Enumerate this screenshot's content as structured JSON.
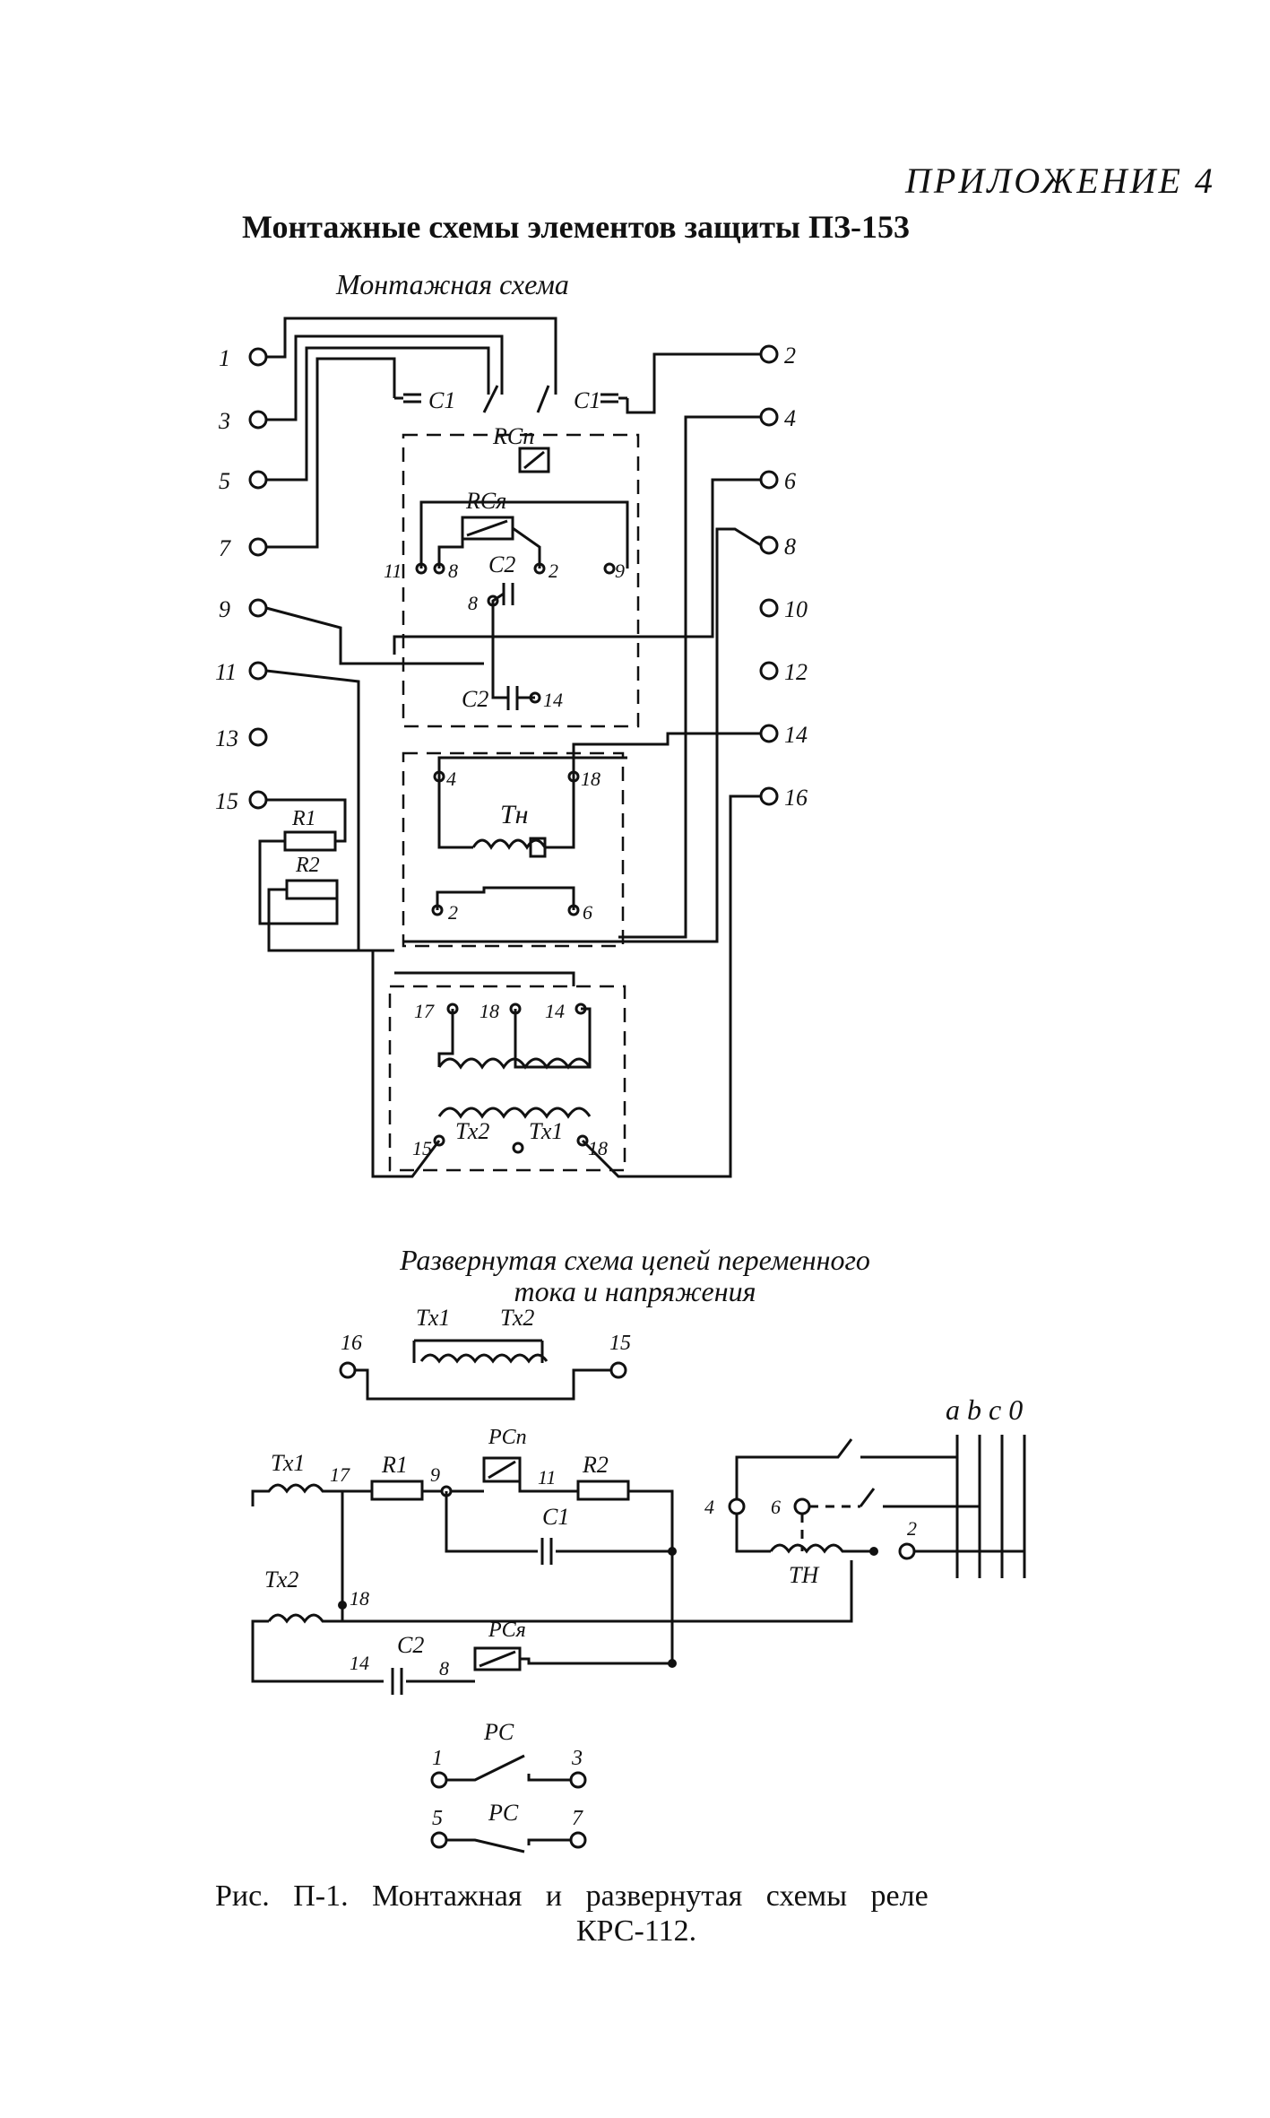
{
  "header": {
    "appendix": "ПРИЛОЖЕНИЕ 4",
    "title": "Монтажные схемы элементов защиты ПЗ-153"
  },
  "wiring_diagram": {
    "title": "Монтажная схема",
    "terminals_left": [
      "1",
      "3",
      "5",
      "7",
      "9",
      "11",
      "13",
      "15"
    ],
    "terminals_right": [
      "2",
      "4",
      "6",
      "8",
      "10",
      "12",
      "14",
      "16"
    ],
    "labels": {
      "c1_left": "C1",
      "c1_right": "C1",
      "rcp": "RCп",
      "rcya": "RCя",
      "c2_top": "C2",
      "c2_bottom": "C2",
      "tn": "Тн",
      "r1": "R1",
      "r2": "R2",
      "tx2": "Тх2",
      "tx1": "Тх1"
    },
    "pins": {
      "p11": "11",
      "p8a": "8",
      "p2a": "2",
      "p9": "9",
      "p8b": "8",
      "p14a": "14",
      "p4": "4",
      "p18a": "18",
      "p2b": "2",
      "p6": "6",
      "p17": "17",
      "p18b": "18",
      "p14b": "14",
      "p15": "15",
      "p18c": "18"
    }
  },
  "schematic": {
    "title_line1": "Развернутая схема цепей переменного",
    "title_line2": "тока и напряжения",
    "labels": {
      "tx1_top": "Тх1",
      "tx2_top": "Тх2",
      "n16": "16",
      "n15": "15",
      "phases": "a b c 0",
      "tx1": "Тх1",
      "n17": "17",
      "r1": "R1",
      "n9": "9",
      "pcp": "РСп",
      "n11": "11",
      "r2": "R2",
      "c1": "С1",
      "n4": "4",
      "n6": "6",
      "tn": "ТН",
      "n2": "2",
      "tx2": "Тх2",
      "n18": "18",
      "n14": "14",
      "c2": "С2",
      "n8": "8",
      "pcya": "РСя",
      "pc1": "РС",
      "n1": "1",
      "n3": "3",
      "n5": "5",
      "pc2": "РС",
      "n7": "7"
    }
  },
  "caption": {
    "line1": "Рис. П-1. Монтажная и развернутая схемы реле",
    "line2": "КРС-112."
  }
}
